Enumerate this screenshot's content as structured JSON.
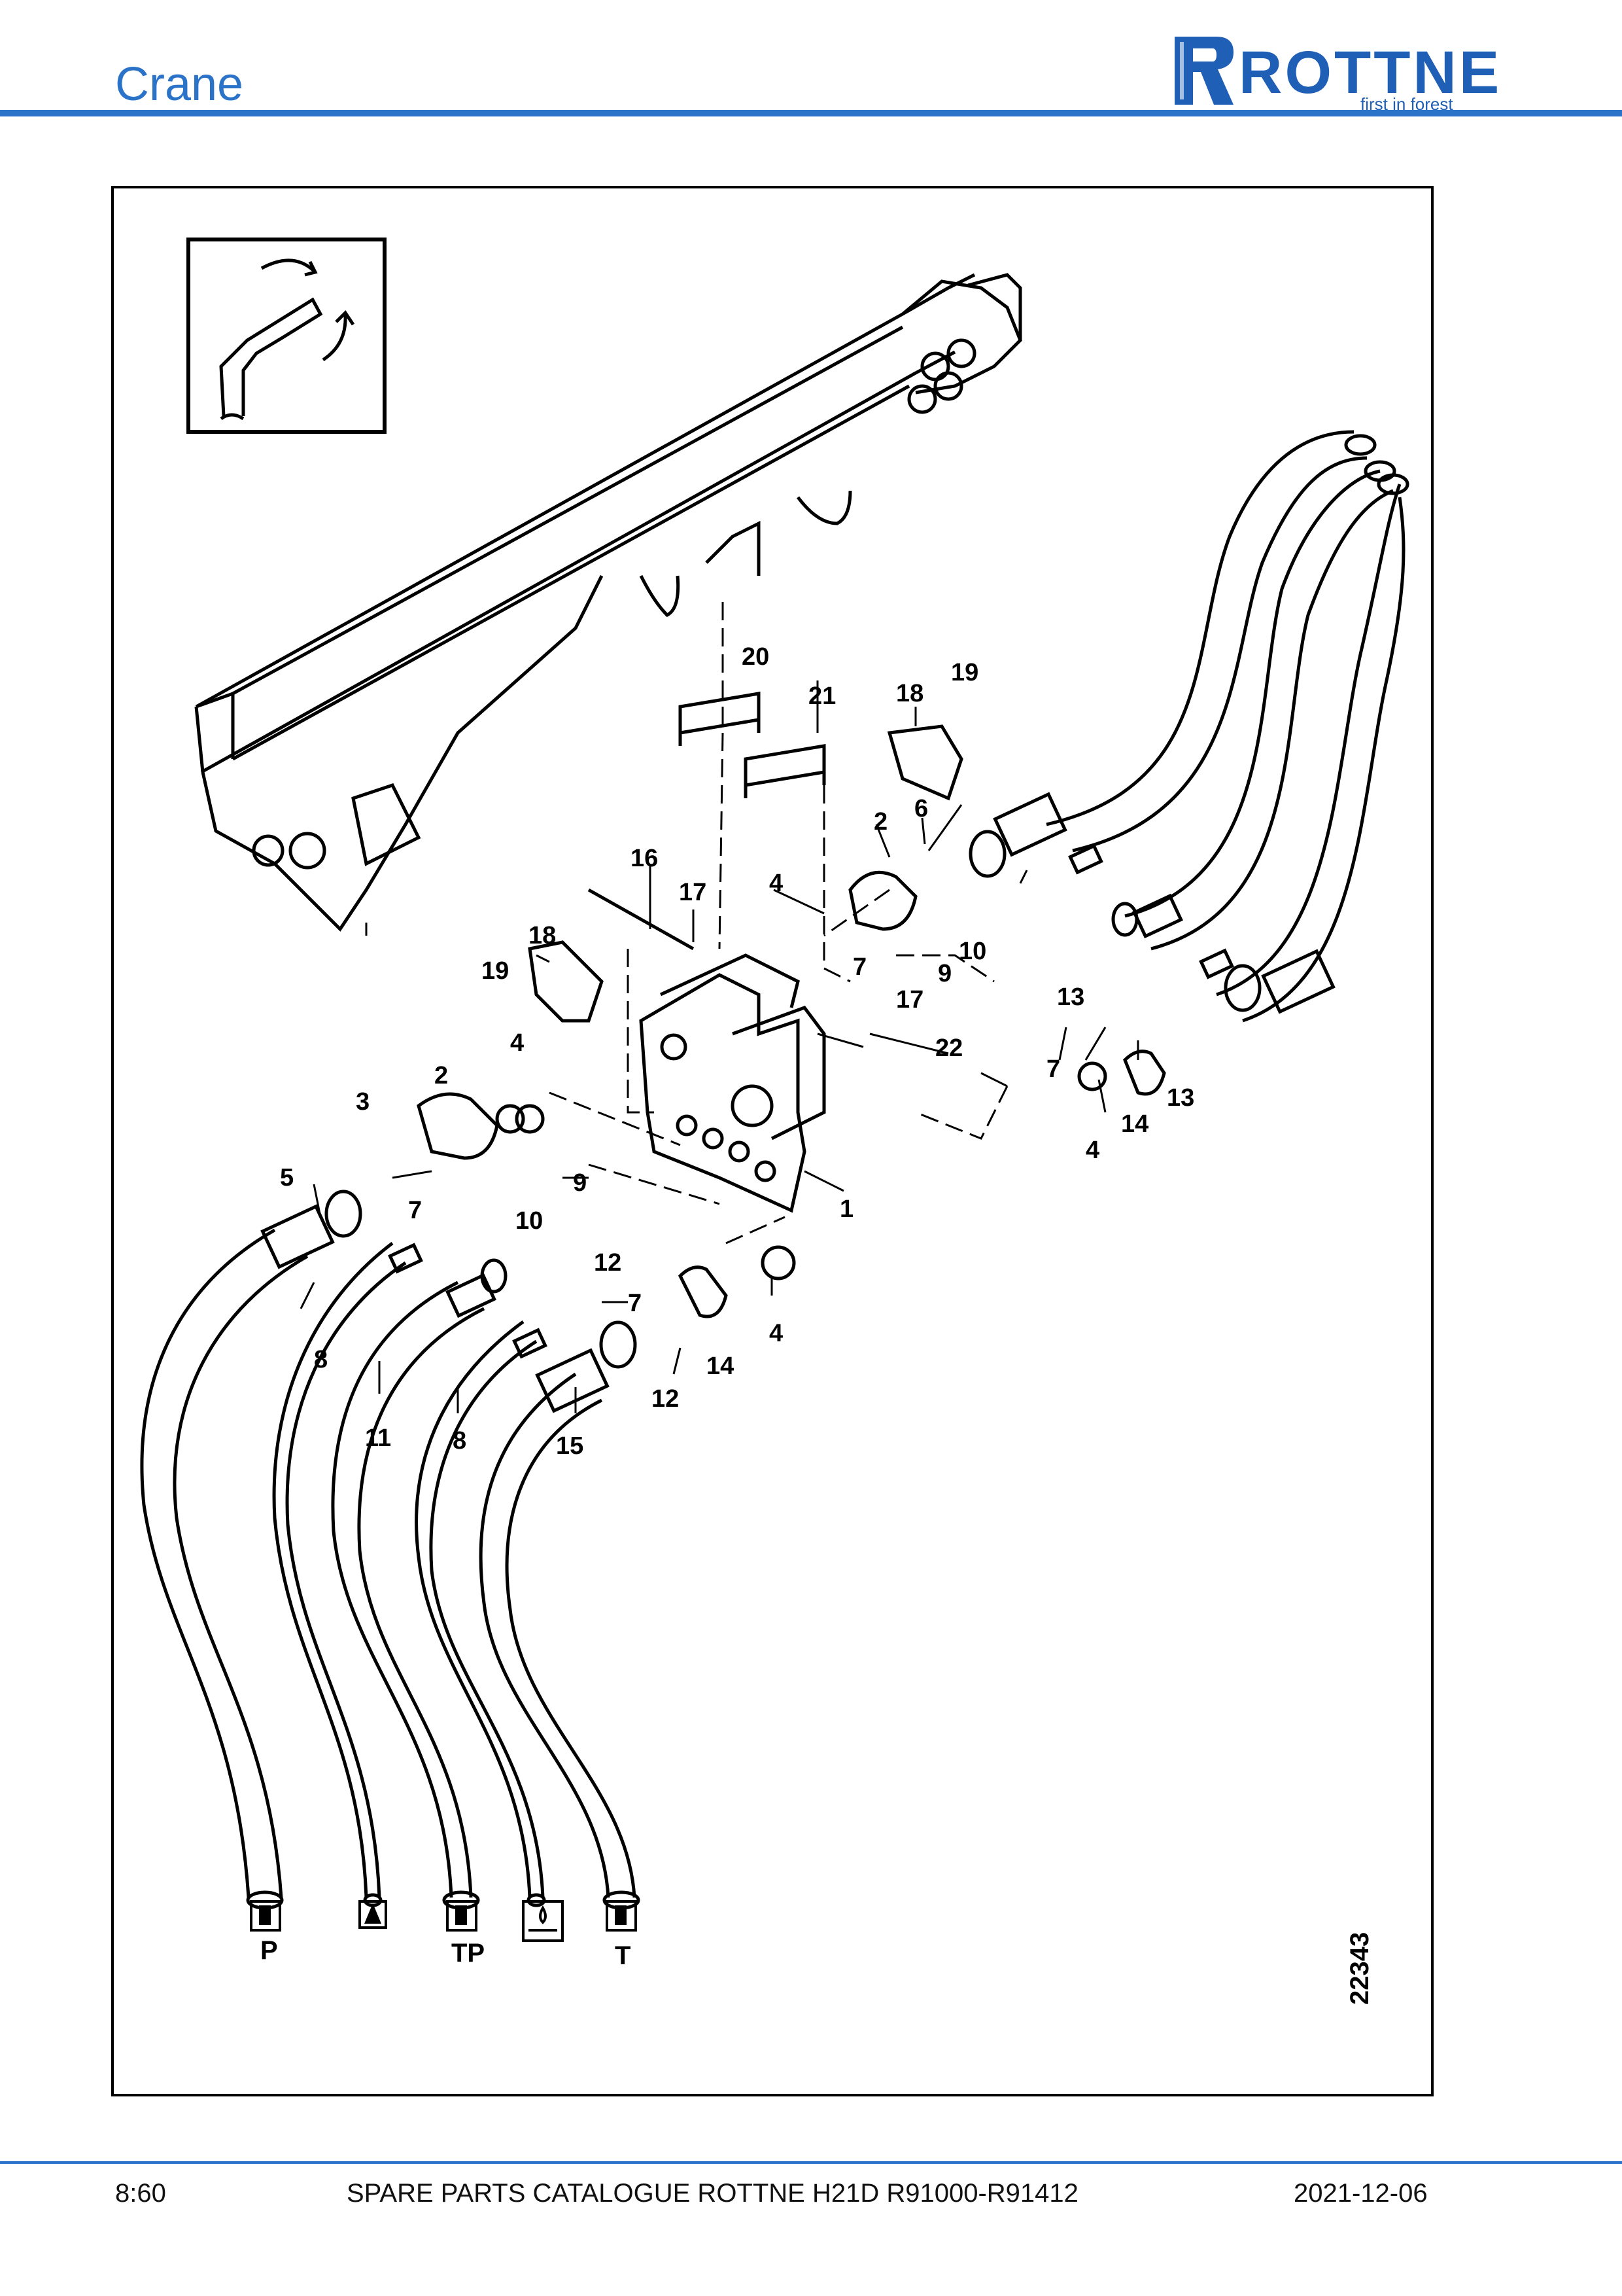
{
  "header": {
    "section": "Crane",
    "brand": "ROTTNE",
    "tagline": "first in forest"
  },
  "footer": {
    "page": "8:60",
    "catalogue": "SPARE PARTS CATALOGUE ROTTNE H21D R91000-R91412",
    "date": "2021-12-06"
  },
  "figure": {
    "drawing_number": "22343",
    "callouts": [
      "1",
      "2",
      "2",
      "3",
      "4",
      "4",
      "4",
      "4",
      "5",
      "6",
      "7",
      "7",
      "7",
      "7",
      "8",
      "8",
      "9",
      "9",
      "10",
      "10",
      "11",
      "12",
      "12",
      "13",
      "13",
      "14",
      "14",
      "15",
      "16",
      "17",
      "17",
      "18",
      "18",
      "19",
      "19",
      "20",
      "21",
      "22"
    ],
    "hose_ports": [
      "P",
      "TP",
      "T"
    ]
  },
  "colors": {
    "accent": "#2b73c9",
    "logo": "#1f5fb5"
  }
}
